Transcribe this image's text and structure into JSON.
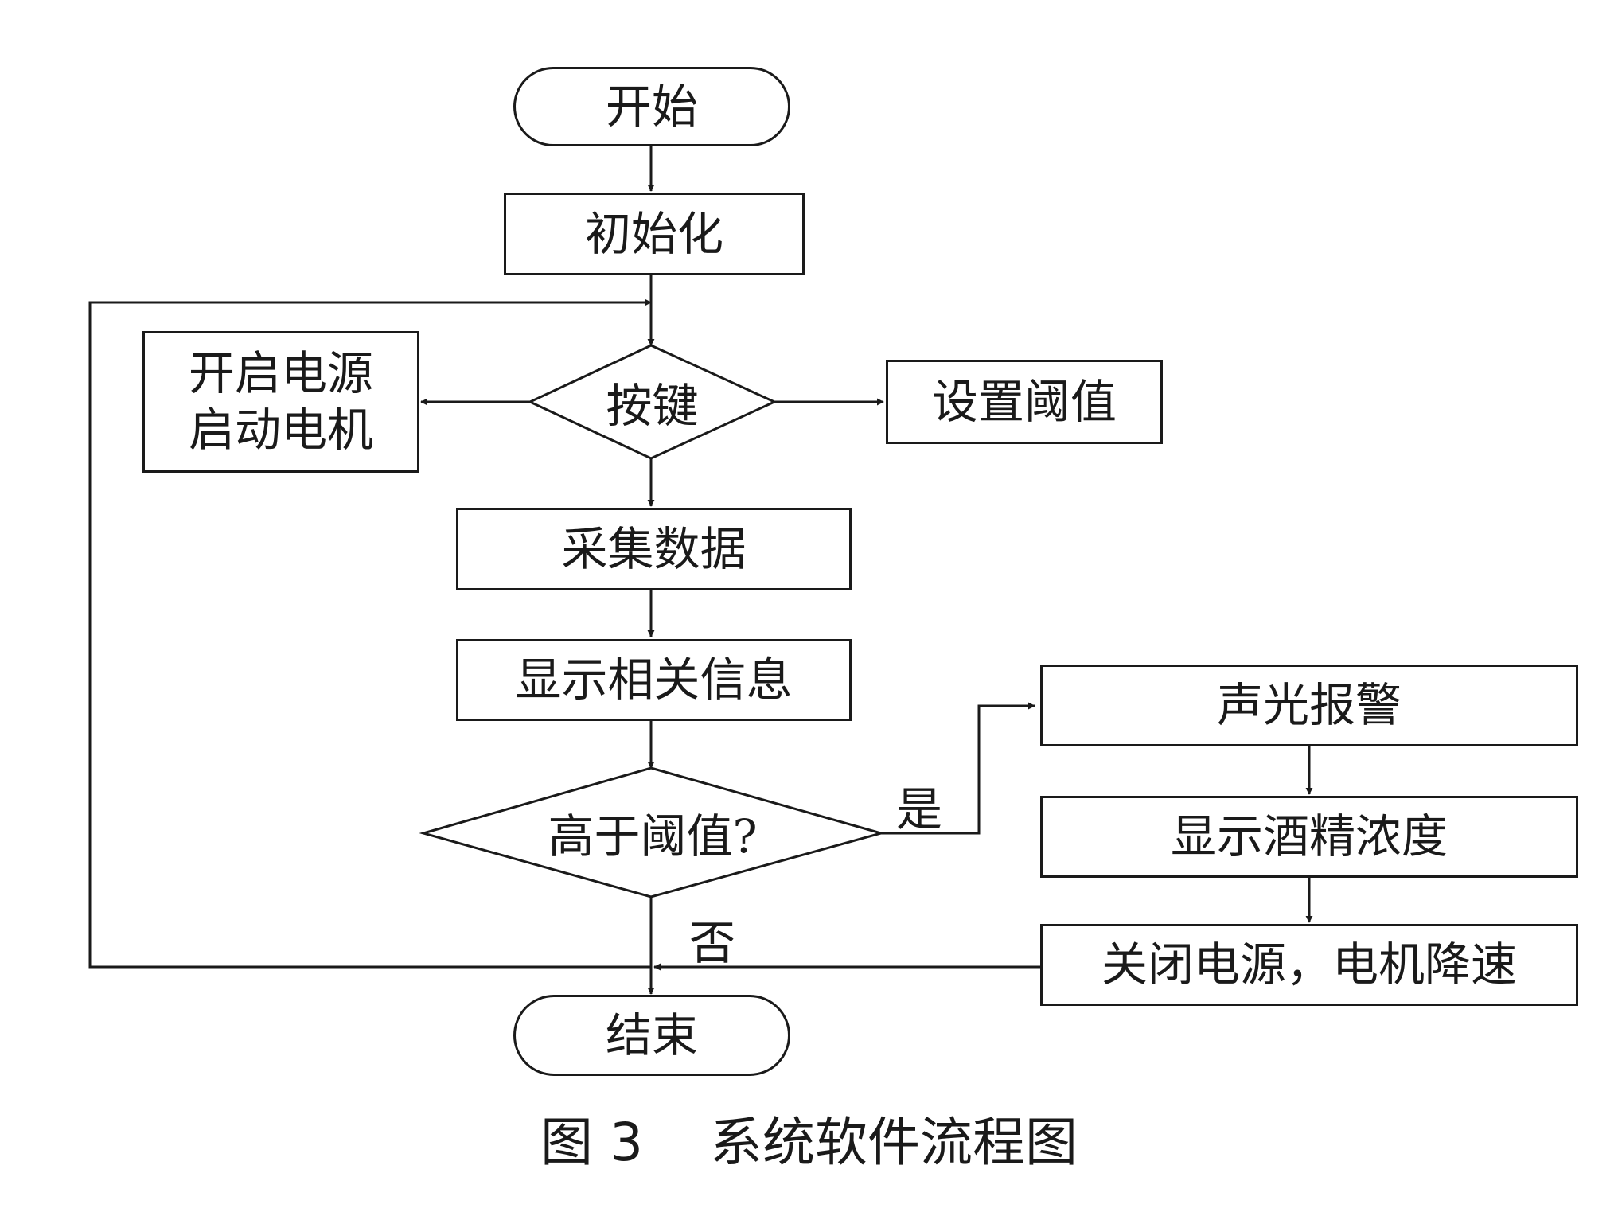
{
  "nodes": {
    "start": "开始",
    "init": "初始化",
    "key": "按键",
    "power_on_line1": "开启电源",
    "power_on_line2": "启动电机",
    "set_threshold": "设置阈值",
    "collect": "采集数据",
    "display_info": "显示相关信息",
    "above_threshold": "高于阈值?",
    "alarm": "声光报警",
    "display_alcohol": "显示酒精浓度",
    "power_off": "关闭电源，电机降速",
    "end": "结束"
  },
  "edge_labels": {
    "yes": "是",
    "no": "否"
  },
  "caption": {
    "figure": "图 3",
    "title": "系统软件流程图"
  },
  "colors": {
    "line": "#1a1a1a",
    "background": "#ffffff"
  }
}
